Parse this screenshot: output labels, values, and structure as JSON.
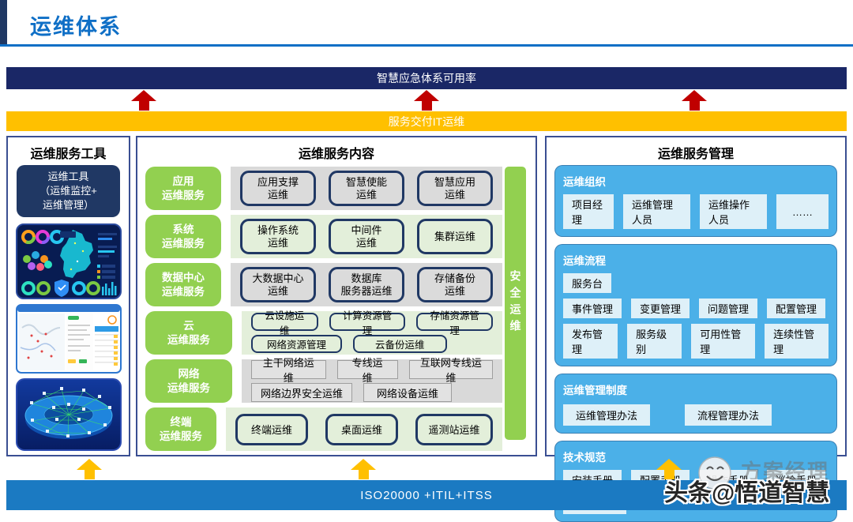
{
  "header": {
    "title": "运维体系"
  },
  "bars": {
    "kpi": "智慧应急体系可用率",
    "delivery": "服务交付IT运维",
    "standards": "ISO20000 +ITIL+ITSS"
  },
  "left_panel": {
    "title": "运维服务工具",
    "tool_box": "运维工具\n（运维监控+\n运维管理）",
    "thumbnails": [
      "ops-monitoring-dashboard",
      "ops-map-console",
      "network-topology-3d"
    ]
  },
  "middle_panel": {
    "title": "运维服务内容",
    "security_bar": "安全运维",
    "rows": [
      {
        "label": "应用\n运维服务",
        "boxes": [
          [
            "应用支撑\n运维",
            "智慧使能\n运维",
            "智慧应用\n运维"
          ]
        ]
      },
      {
        "label": "系统\n运维服务",
        "boxes": [
          [
            "操作系统\n运维",
            "中间件\n运维",
            "集群运维"
          ]
        ]
      },
      {
        "label": "数据中心\n运维服务",
        "boxes": [
          [
            "大数据中心\n运维",
            "数据库\n服务器运维",
            "存储备份\n运维"
          ]
        ]
      },
      {
        "label": "云\n运维服务",
        "boxes": [
          [
            "云设施运维",
            "计算资源管理",
            "存储资源管理"
          ],
          [
            "网络资源管理",
            "云备份运维"
          ]
        ]
      },
      {
        "label": "网络\n运维服务",
        "boxes": [
          [
            "主干网络运维",
            "专线运维",
            "互联网专线运维"
          ],
          [
            "网络边界安全运维",
            "网络设备运维"
          ]
        ]
      },
      {
        "label": "终端\n运维服务",
        "boxes": [
          [
            "终端运维",
            "桌面运维",
            "遥测站运维"
          ]
        ]
      }
    ]
  },
  "right_panel": {
    "title": "运维服务管理",
    "sections": [
      {
        "header": "运维组织",
        "rows": [
          [
            "项目经理",
            "运维管理人员",
            "运维操作人员",
            "……"
          ]
        ]
      },
      {
        "header": "运维流程",
        "rows": [
          [
            "服务台"
          ],
          [
            "事件管理",
            "变更管理",
            "问题管理",
            "配置管理"
          ],
          [
            "发布管理",
            "服务级别",
            "可用性管理",
            "连续性管理"
          ]
        ]
      },
      {
        "header": "运维管理制度",
        "rows": [
          [
            "运维管理办法",
            "流程管理办法"
          ]
        ]
      },
      {
        "header": "技术规范",
        "rows": [
          [
            "安装手册",
            "配置手册",
            "操作手册",
            "巡检手册"
          ],
          [
            "……"
          ]
        ]
      }
    ]
  },
  "watermark": {
    "main": "头条@悟道智慧",
    "faint": "方案经理"
  },
  "colors": {
    "title_blue": "#0f6fc6",
    "navy": "#1a2766",
    "box_border_navy": "#203864",
    "yellow": "#ffc000",
    "red": "#c00000",
    "green": "#92d050",
    "light_green": "#e3efda",
    "gray": "#d9d9d9",
    "sky_blue": "#4bb0e8",
    "bottom_blue": "#1b7ac2"
  }
}
